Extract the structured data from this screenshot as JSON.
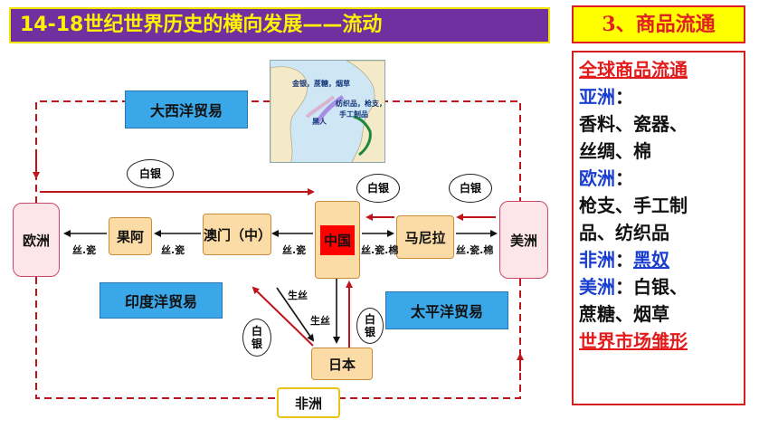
{
  "title": "14-18世纪世界历史的横向发展——流动",
  "section_label": "3、商品流通",
  "side_panel": {
    "heading": "全球商品流通",
    "asia_label": "亚洲",
    "asia_goods_1": "香料、瓷器、",
    "asia_goods_2": "丝绸、棉",
    "europe_label": "欧洲",
    "europe_goods_1": "枪支、手工制",
    "europe_goods_2": "品、纺织品",
    "africa_label": "非洲",
    "africa_goods": "黑奴",
    "americas_label": "美洲",
    "americas_goods_1": "白银、",
    "americas_goods_2": "蔗糖、烟草",
    "conclusion": "世界市场雏形",
    "colon": "："
  },
  "diagram": {
    "nodes": {
      "europe": "欧洲",
      "goa": "果阿",
      "macau": "澳门（中）",
      "china": "中国",
      "manila": "马尼拉",
      "americas": "美洲",
      "japan": "日本",
      "africa": "非洲"
    },
    "trade_labels": {
      "atlantic": "大西洋贸易",
      "indian": "印度洋贸易",
      "pacific": "太平洋贸易"
    },
    "flow_labels": {
      "silver": "白银",
      "silver_vertical": "白\n银",
      "silk_porcelain": "丝.瓷",
      "silk_porcelain_cotton": "丝.瓷.棉",
      "raw_silk": "生丝",
      "silk": "生丝"
    },
    "map_inset": {
      "label_1": "金银，蔗糖，烟草",
      "label_2": "纺织品，枪支，",
      "label_3": "手工制品",
      "label_4": "黑人"
    }
  },
  "colors": {
    "title_bg": "#7030a0",
    "title_text": "#fff200",
    "accent_red": "#e41b1b",
    "accent_blue": "#1a3fcf",
    "trade_box": "#3aa8e8",
    "node_pink": "#fde6ea",
    "node_tan": "#fbdca6",
    "china_red": "#ff0000"
  }
}
